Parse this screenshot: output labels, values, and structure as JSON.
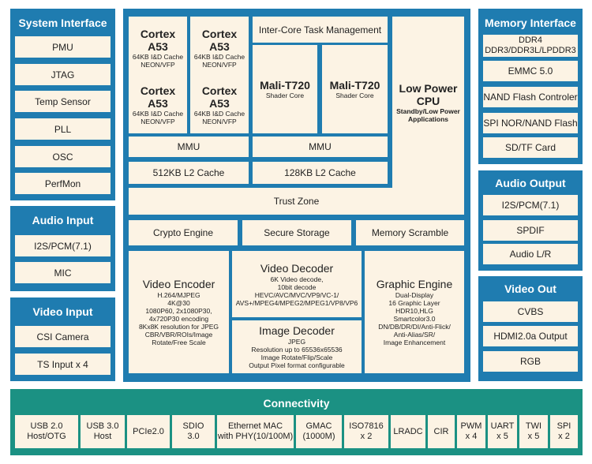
{
  "system_interface": {
    "title": "System Interface",
    "items": [
      "PMU",
      "JTAG",
      "Temp Sensor",
      "PLL",
      "OSC",
      "PerfMon"
    ]
  },
  "audio_input": {
    "title": "Audio  Input",
    "items": [
      "I2S/PCM(7.1)",
      "MIC"
    ]
  },
  "video_input": {
    "title": "Video Input",
    "items": [
      "CSI Camera",
      "TS Input x 4"
    ]
  },
  "memory_interface": {
    "title": "Memory Interface",
    "ddr_line1": "DDR4",
    "ddr_line2": "DDR3/DDR3L/LPDDR3",
    "items": [
      "EMMC 5.0",
      "NAND Flash Controler",
      "SPI NOR/NAND Flash",
      "SD/TF Card"
    ]
  },
  "audio_output": {
    "title": "Audio  Output",
    "items": [
      "I2S/PCM(7.1)",
      "SPDIF",
      "Audio L/R"
    ]
  },
  "video_out": {
    "title": "Video Out",
    "items": [
      "CVBS",
      "HDMI2.0a Output",
      "RGB"
    ]
  },
  "core": {
    "cortex": {
      "name_line1": "Cortex",
      "name_line2": "A53",
      "cache": "64KB I&D Cache",
      "neon": "NEON/VFP"
    },
    "inter_core": "Inter-Core Task Management",
    "mali": {
      "name": "Mali-T720",
      "sub": "Shader Core"
    },
    "low_power": {
      "name_line1": "Low Power",
      "name_line2": "CPU",
      "sub_line1": "Standby/Low Power",
      "sub_line2": "Applications"
    },
    "mmu": "MMU",
    "l2_512": "512KB L2 Cache",
    "l2_128": "128KB L2 Cache",
    "trust_zone": "Trust Zone",
    "crypto": "Crypto Engine",
    "secure_storage": "Secure Storage",
    "memory_scramble": "Memory Scramble",
    "video_encoder": {
      "title": "Video Encoder",
      "lines": [
        "H.264/MJPEG",
        "4K@30",
        "1080P60, 2x1080P30,",
        "4x720P30 encoding",
        "8Kx8K resolution for JPEG",
        "CBR/VBR/ROIs/Image",
        "Rotate/Free Scale"
      ]
    },
    "video_decoder": {
      "title": "Video Decoder",
      "lines": [
        "6K Video decode,",
        "10bit decode",
        "HEVC/AVC/MVC/VP9/VC-1/",
        "AVS+/MPEG4/MPEG2/MPEG1/VP8/VP6"
      ]
    },
    "image_decoder": {
      "title": "Image Decoder",
      "lines": [
        "JPEG",
        "Resolution up to 65536x65536",
        "Image Rotate/Flip/Scale",
        "Output Pixel format configurable"
      ]
    },
    "graphic_engine": {
      "title": "Graphic Engine",
      "lines": [
        "Dual-Display",
        "16 Graphic Layer",
        "HDR10,HLG",
        "Smartcolor3.0",
        "DN/DB/DR/DI/Anti-Flick/",
        "Anti-Alias/SR/",
        "Image Enhancement"
      ]
    }
  },
  "connectivity": {
    "title": "Connectivity",
    "items": [
      [
        "USB 2.0",
        "Host/OTG"
      ],
      [
        "USB 3.0",
        "Host"
      ],
      [
        "PCIe2.0"
      ],
      [
        "SDIO",
        "3.0"
      ],
      [
        "Ethernet MAC",
        "with PHY(10/100M)"
      ],
      [
        "GMAC",
        "(1000M)"
      ],
      [
        "ISO7816",
        "x 2"
      ],
      [
        "LRADC"
      ],
      [
        "CIR"
      ],
      [
        "PWM",
        "x 4"
      ],
      [
        "UART",
        "x 5"
      ],
      [
        "TWI",
        "x 5"
      ],
      [
        "SPI",
        "x 2"
      ]
    ]
  }
}
